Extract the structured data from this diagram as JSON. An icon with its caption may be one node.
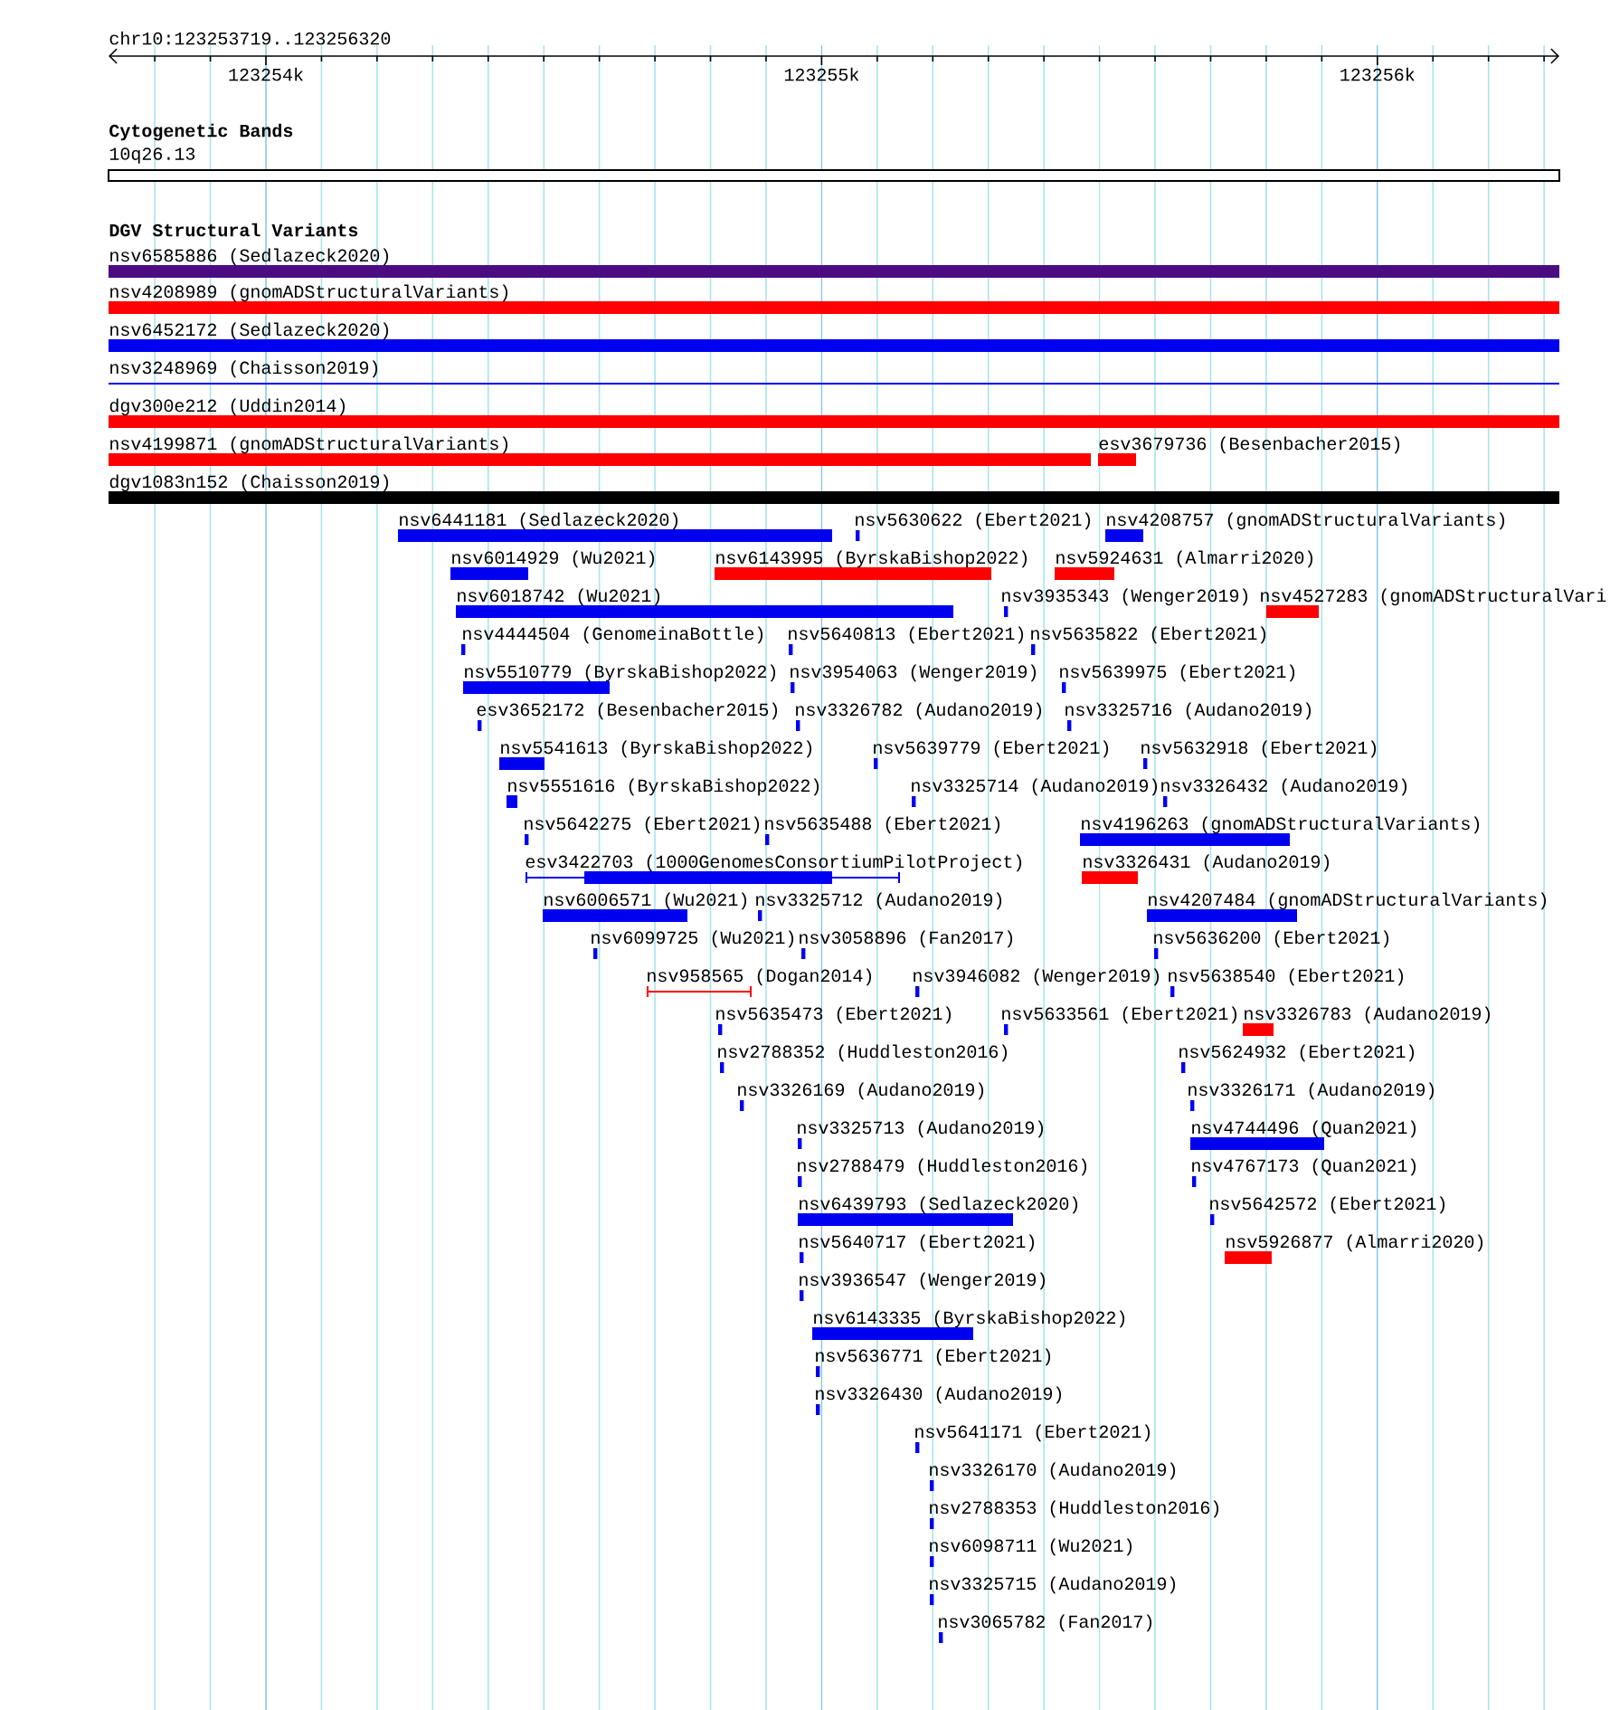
{
  "diagram": {
    "nodes": [
      {
        "text": [
          "nsv6585886 (Sedlazeck2020)"
        ]
      },
      {
        "text": [
          "nsv4208989 (gnomADStructuralVariants)"
        ]
      },
      {
        "text": [
          "nsv6452172 (Sedlazeck2020)"
        ]
      },
      {
        "text": [
          "nsv3248969 (Chaisson2019)"
        ]
      },
      {
        "text": [
          "dgv300e212 (Uddin2014)"
        ]
      },
      {
        "text": [
          "nsv4199871 (gnomADStructuralVariants)"
        ]
      },
      {
        "text": [
          "esv3679736 (Besenbacher2015)"
        ]
      },
      {
        "text": [
          "dgv1083n152 (Chaisson2019)"
        ]
      },
      {
        "text": [
          "nsv6441181 (Sedlazeck2020)"
        ]
      },
      {
        "text": [
          "nsv5630622 (Ebert2021)"
        ]
      },
      {
        "text": [
          "nsv4208757 (gnomADStructuralVariants)"
        ]
      },
      {
        "text": [
          "nsv6014929 (Wu2021)"
        ]
      },
      {
        "text": [
          "nsv6143995 (ByrskaBishop2022)"
        ]
      },
      {
        "text": [
          "nsv5924631 (Almarri2020)"
        ]
      },
      {
        "text": [
          "nsv6018742 (Wu2021)"
        ]
      },
      {
        "text": [
          "nsv3935343 (Wenger2019)"
        ]
      },
      {
        "text": [
          "nsv4527283 (gnomADStructuralVari"
        ]
      },
      {
        "text": [
          "nsv4444504 (GenomeinaBottle)"
        ]
      },
      {
        "text": [
          "nsv5640813 (Ebert2021)"
        ]
      },
      {
        "text": [
          "nsv5635822 (Ebert2021)"
        ]
      },
      {
        "text": [
          "nsv5510779 (ByrskaBishop2022)"
        ]
      },
      {
        "text": [
          "nsv3954063 (Wenger2019)"
        ]
      },
      {
        "text": [
          "nsv5639975 (Ebert2021)"
        ]
      },
      {
        "text": [
          "esv3652172 (Besenbacher2015)"
        ]
      },
      {
        "text": [
          "nsv3326782 (Audano2019)"
        ]
      },
      {
        "text": [
          "nsv3325716 (Audano2019)"
        ]
      },
      {
        "text": [
          "nsv5541613 (ByrskaBishop2022)"
        ]
      },
      {
        "text": [
          "nsv5639779 (Ebert2021)"
        ]
      },
      {
        "text": [
          "nsv5632918 (Ebert2021)"
        ]
      },
      {
        "text": [
          "nsv5551616 (ByrskaBishop2022)"
        ]
      },
      {
        "text": [
          "nsv3325714 (Audano2019)"
        ]
      },
      {
        "text": [
          "nsv3326432 (Audano2019)"
        ]
      },
      {
        "text": [
          "nsv5642275 (Ebert2021)"
        ]
      },
      {
        "text": [
          "nsv5635488 (Ebert2021)"
        ]
      },
      {
        "text": [
          "nsv4196263 (gnomADStructuralVariants)"
        ]
      },
      {
        "text": [
          "esv3422703 (1000GenomesConsortiumPilotProject)"
        ]
      },
      {
        "text": [
          "nsv3326431 (Audano2019)"
        ]
      },
      {
        "text": [
          "nsv6006571 (Wu2021)"
        ]
      },
      {
        "text": [
          "nsv3325712 (Audano2019)"
        ]
      },
      {
        "text": [
          "nsv4207484 (gnomADStructuralVariants)"
        ]
      },
      {
        "text": [
          "nsv6099725 (Wu2021)"
        ]
      },
      {
        "text": [
          "nsv3058896 (Fan2017)"
        ]
      },
      {
        "text": [
          "nsv5636200 (Ebert2021)"
        ]
      },
      {
        "text": [
          "nsv958565 (Dogan2014)"
        ]
      },
      {
        "text": [
          "nsv3946082 (Wenger2019)"
        ]
      },
      {
        "text": [
          "nsv5638540 (Ebert2021)"
        ]
      },
      {
        "text": [
          "nsv5635473 (Ebert2021)"
        ]
      },
      {
        "text": [
          "nsv5633561 (Ebert2021)"
        ]
      },
      {
        "text": [
          "nsv3326783 (Audano2019)"
        ]
      },
      {
        "text": [
          "nsv2788352 (Huddleston2016)"
        ]
      },
      {
        "text": [
          "nsv5624932 (Ebert2021)"
        ]
      },
      {
        "text": [
          "nsv3326169 (Audano2019)"
        ]
      },
      {
        "text": [
          "nsv3326171 (Audano2019)"
        ]
      },
      {
        "text": [
          "nsv3325713 (Audano2019)"
        ]
      },
      {
        "text": [
          "nsv4744496 (Quan2021)"
        ]
      },
      {
        "text": [
          "nsv2788479 (Huddleston2016)"
        ]
      },
      {
        "text": [
          "nsv4767173 (Quan2021)"
        ]
      },
      {
        "text": [
          "nsv6439793 (Sedlazeck2020)"
        ]
      },
      {
        "text": [
          "nsv5642572 (Ebert2021)"
        ]
      },
      {
        "text": [
          "nsv5640717 (Ebert2021)"
        ]
      },
      {
        "text": [
          "nsv5926877 (Almarri2020)"
        ]
      },
      {
        "text": [
          "nsv3936547 (Wenger2019)"
        ]
      },
      {
        "text": [
          "nsv6143335 (ByrskaBishop2022)"
        ]
      },
      {
        "text": [
          "nsv5636771 (Ebert2021)"
        ]
      },
      {
        "text": [
          "nsv3326430 (Audano2019)"
        ]
      },
      {
        "text": [
          "nsv5641171 (Ebert2021)"
        ]
      },
      {
        "text": [
          "nsv3326170 (Audano2019)"
        ]
      },
      {
        "text": [
          "nsv2788353 (Huddleston2016)"
        ]
      },
      {
        "text": [
          "nsv6098711 (Wu2021)"
        ]
      },
      {
        "text": [
          "nsv3325715 (Audano2019)"
        ]
      },
      {
        "text": [
          "nsv3065782 (Fan2017)"
        ]
      }
    ],
    "labels": [
      "chr10:123253719..123256320",
      "123254k",
      "123255k",
      "123256k",
      "Cytogenetic Bands",
      "10q26.13",
      "DGV Structural Variants"
    ]
  }
}
